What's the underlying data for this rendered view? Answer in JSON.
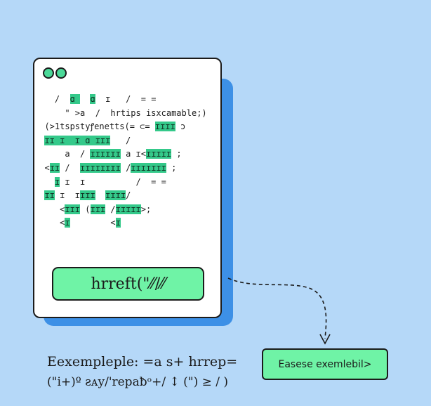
{
  "colors": {
    "background": "#b5d8f8",
    "window_shadow": "#3d90e6",
    "accent_green": "#6ff3a6",
    "highlight_green": "#34c98a",
    "stroke": "#1b1b1b"
  },
  "window": {
    "traffic_dots": [
      "dot-icon",
      "dot-icon"
    ],
    "code_lines": [
      [
        {
          "t": "    /  "
        },
        {
          "t": "ɑ ",
          "h": true
        },
        {
          "t": "  "
        },
        {
          "t": "ɑ",
          "h": true
        },
        {
          "t": "  ɪ   /  = ="
        }
      ],
      [
        {
          "t": "      \" >a  /  hrtips isxcamable;)"
        }
      ],
      [
        {
          "t": "  (>1tspstyꝭenetts(= ⊂= "
        },
        {
          "t": "ɪɪɪɪ",
          "h": true
        },
        {
          "t": " ɔ"
        }
      ],
      [
        {
          "t": "  "
        },
        {
          "t": "ɪɪ ɪ  ɪ ɑ ɪɪɪ",
          "h": true
        },
        {
          "t": "   /"
        }
      ],
      [
        {
          "t": "      a  / "
        },
        {
          "t": "ɪɪɪɪɪɪ",
          "h": true
        },
        {
          "t": " a ɪ<"
        },
        {
          "t": "ɪɪɪɪɪ",
          "h": true
        },
        {
          "t": " ;"
        }
      ],
      [
        {
          "t": "  <"
        },
        {
          "t": "ɪɪ",
          "h": true
        },
        {
          "t": " /  "
        },
        {
          "t": "ɪɪɪɪɪɪɪɪ",
          "h": true
        },
        {
          "t": " /"
        },
        {
          "t": "ɪɪɪɪɪɪɪ",
          "h": true
        },
        {
          "t": " ;"
        }
      ],
      [
        {
          "t": "    "
        },
        {
          "t": "ɪ",
          "h": true
        },
        {
          "t": " ɪ  ɪ          /  = ="
        }
      ],
      [
        {
          "t": "  "
        },
        {
          "t": "ɪɪ",
          "h": true
        },
        {
          "t": " ɪ  ɪ"
        },
        {
          "t": "ɪɪɪ",
          "h": true
        },
        {
          "t": "  "
        },
        {
          "t": "ɪɪɪɪ",
          "h": true
        },
        {
          "t": "/"
        }
      ],
      [
        {
          "t": "     <"
        },
        {
          "t": "ɪɪɪ",
          "h": true
        },
        {
          "t": " ("
        },
        {
          "t": "ɪɪɪ",
          "h": true
        },
        {
          "t": " /"
        },
        {
          "t": "ɪɪɪɪɪ",
          "h": true
        },
        {
          "t": ">;"
        }
      ],
      [
        {
          "t": "     <"
        },
        {
          "t": "ɪ",
          "h": true
        },
        {
          "t": "        <"
        },
        {
          "t": "ɪ",
          "h": true
        }
      ]
    ],
    "button_label": "hrreft(\"⁄⁄/⁄⁄"
  },
  "target_button_label": "Easese exemlebil>",
  "caption": {
    "line1": "Eexempleple:  =a s+ hrrep=",
    "line2": "(\"i+)º ƨᴀy/'repaƀᵒ+/ ↕ (\") ≥ / )"
  }
}
